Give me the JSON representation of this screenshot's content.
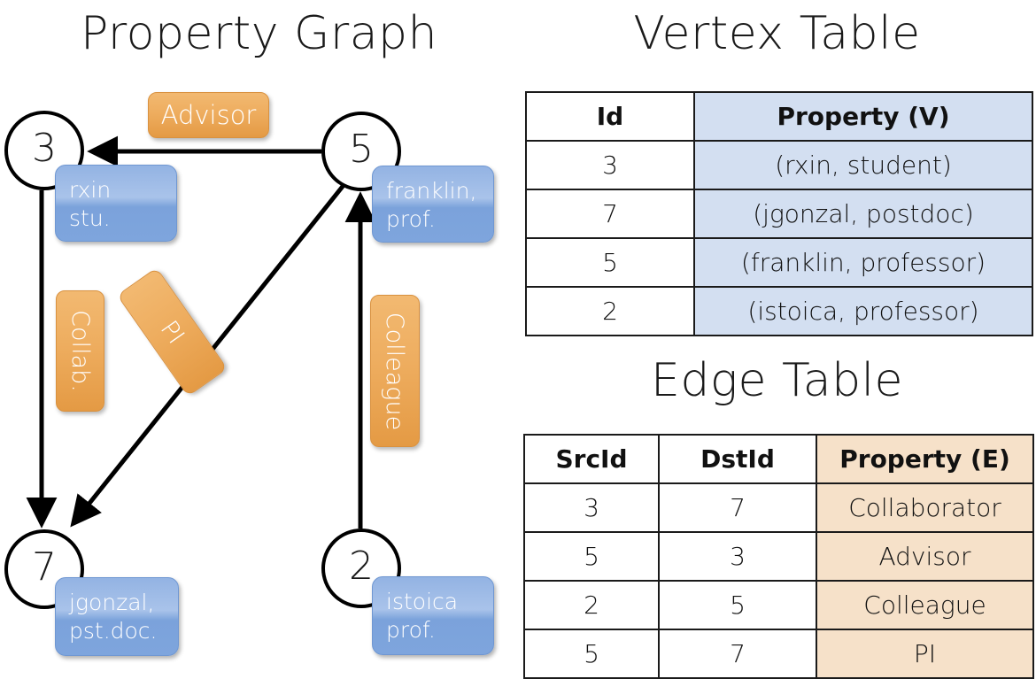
{
  "titles": {
    "property_graph": "Property Graph",
    "vertex_table": "Vertex Table",
    "edge_table": "Edge Table"
  },
  "colors": {
    "vertex_header_fill": "#d3dff1",
    "edge_header_fill": "#f6e1c9",
    "node_box_blue": "#8cafe3",
    "edge_label_orange": "#eead5f",
    "stroke": "#1a1a1a"
  },
  "graph": {
    "nodes": [
      {
        "id": "3",
        "name": "node-3",
        "property_lines": [
          "rxin",
          "stu."
        ]
      },
      {
        "id": "5",
        "name": "node-5",
        "property_lines": [
          "franklin,",
          "prof."
        ]
      },
      {
        "id": "7",
        "name": "node-7",
        "property_lines": [
          "jgonzal,",
          "pst.doc."
        ]
      },
      {
        "id": "2",
        "name": "node-2",
        "property_lines": [
          "istoica",
          "prof."
        ]
      }
    ],
    "edge_labels": [
      {
        "name": "advisor",
        "text": "Advisor"
      },
      {
        "name": "collab",
        "text": "Collab."
      },
      {
        "name": "pi",
        "text": "PI"
      },
      {
        "name": "colleague",
        "text": "Colleague"
      }
    ]
  },
  "vertex_table": {
    "headers": [
      "Id",
      "Property (V)"
    ],
    "rows": [
      {
        "id": "3",
        "property": "(rxin, student)"
      },
      {
        "id": "7",
        "property": "(jgonzal, postdoc)"
      },
      {
        "id": "5",
        "property": "(franklin, professor)"
      },
      {
        "id": "2",
        "property": "(istoica, professor)"
      }
    ]
  },
  "edge_table": {
    "headers": [
      "SrcId",
      "DstId",
      "Property (E)"
    ],
    "rows": [
      {
        "src": "3",
        "dst": "7",
        "property": "Collaborator"
      },
      {
        "src": "5",
        "dst": "3",
        "property": "Advisor"
      },
      {
        "src": "2",
        "dst": "5",
        "property": "Colleague"
      },
      {
        "src": "5",
        "dst": "7",
        "property": "PI"
      }
    ]
  }
}
